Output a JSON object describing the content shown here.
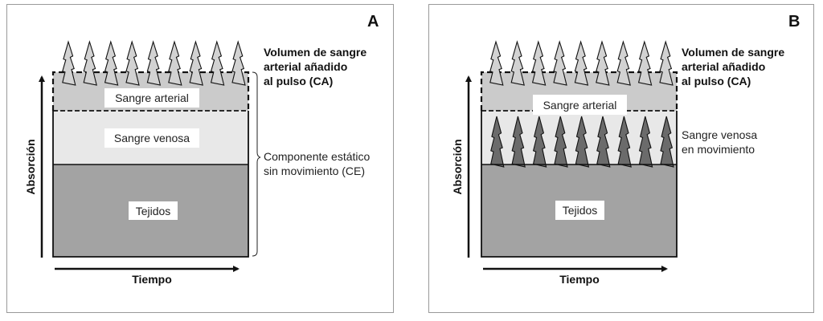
{
  "colors": {
    "arterial": "#cbcbcb",
    "venous": "#e8e8e8",
    "tissue": "#a3a3a3",
    "light_spike": "#d2d2d2",
    "dark_spike": "#6b6b6b",
    "panel_border": "#9a9a9a",
    "label_box": "#ffffff"
  },
  "panels": [
    {
      "id": "A",
      "letter": "A",
      "layers": {
        "arterial": "Sangre arterial",
        "venous": "Sangre venosa",
        "tissue": "Tejidos"
      },
      "axes": {
        "y": "Absorción",
        "x": "Tiempo"
      },
      "annotations": {
        "pulsatile": [
          "Volumen de sangre",
          "arterial añadido",
          "al pulso (CA)"
        ],
        "static": [
          "Componente estático",
          "sin movimiento (CE)"
        ]
      },
      "pulse_spike_count": 9,
      "venous_spike_count": 0
    },
    {
      "id": "B",
      "letter": "B",
      "layers": {
        "arterial": "Sangre arterial",
        "tissue": "Tejidos"
      },
      "axes": {
        "y": "Absorción",
        "x": "Tiempo"
      },
      "annotations": {
        "pulsatile": [
          "Volumen de sangre",
          "arterial añadido",
          "al pulso (CA)"
        ],
        "venous_moving": [
          "Sangre venosa",
          "en movimiento"
        ]
      },
      "pulse_spike_count": 9,
      "venous_spike_count": 9
    }
  ]
}
